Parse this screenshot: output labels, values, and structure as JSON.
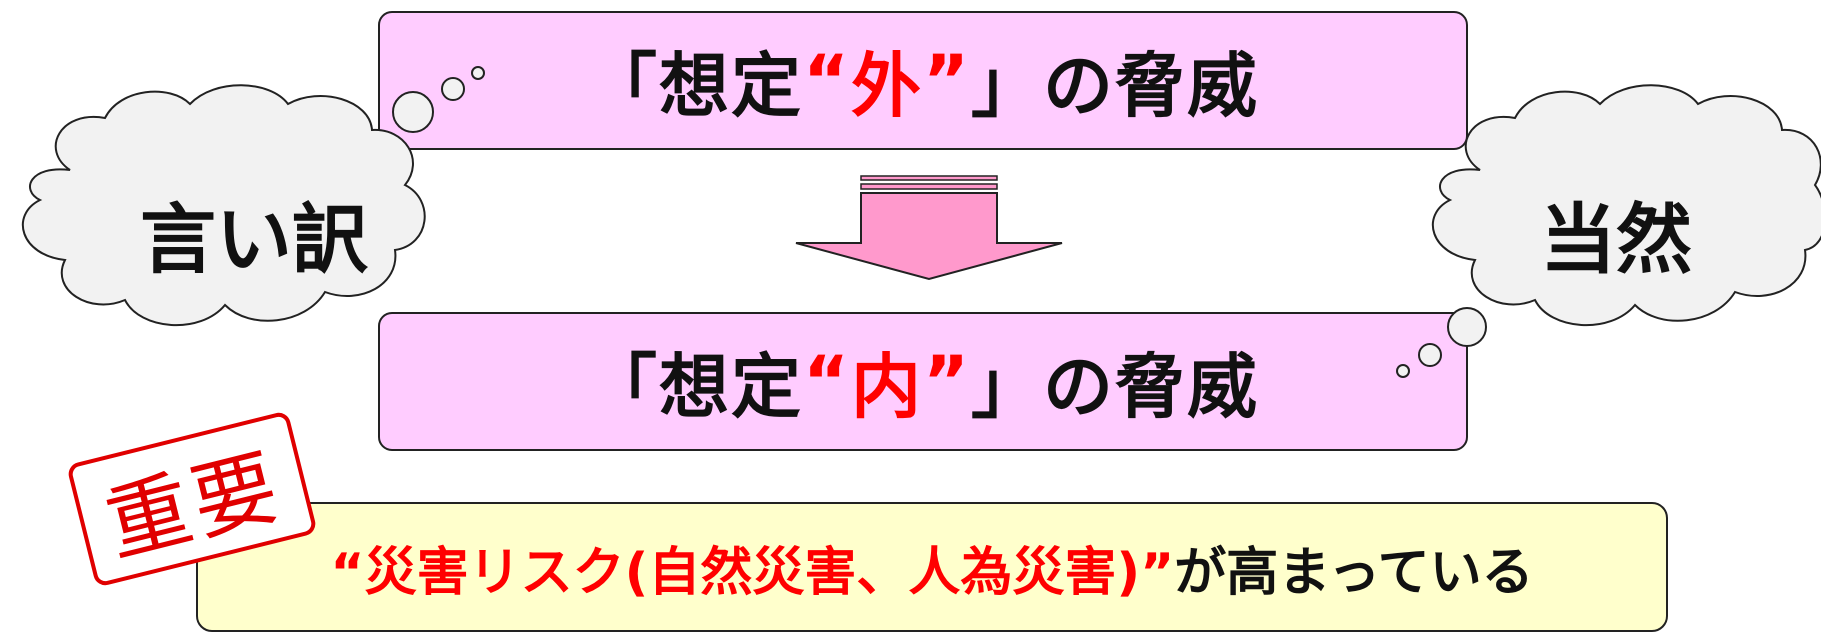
{
  "top_box": {
    "prefix": "「想定",
    "q_open": "“",
    "highlight": "外",
    "q_close": "”",
    "suffix": "」の脅威"
  },
  "bottom_box": {
    "prefix": "「想定",
    "q_open": "“",
    "highlight": "内",
    "q_close": "”",
    "suffix": "」の脅威"
  },
  "left_cloud": {
    "label": "言い訳"
  },
  "right_cloud": {
    "label": "当然"
  },
  "stamp": {
    "label": "重要"
  },
  "banner": {
    "red_text": "“災害リスク(自然災害、人為災害)”",
    "black_text": "が高まっている"
  },
  "colors": {
    "box_fill": "#ffccff",
    "arrow_fill": "#ff99cc",
    "highlight": "#ff0000",
    "banner_fill": "#ffffcc",
    "stamp": "#e00000"
  }
}
